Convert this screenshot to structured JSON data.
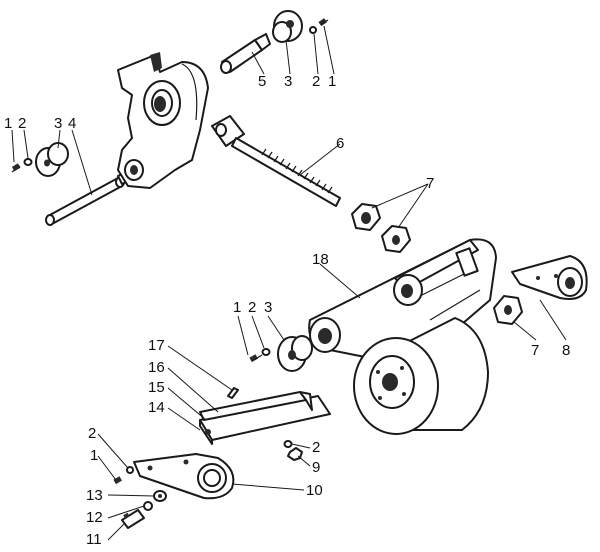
{
  "callouts": [
    {
      "id": "c1a",
      "label": "1"
    },
    {
      "id": "c2a",
      "label": "2"
    },
    {
      "id": "c3a",
      "label": "3"
    },
    {
      "id": "c4a",
      "label": "4"
    },
    {
      "id": "c5",
      "label": "5"
    },
    {
      "id": "c3b",
      "label": "3"
    },
    {
      "id": "c2b",
      "label": "2"
    },
    {
      "id": "c1b",
      "label": "1"
    },
    {
      "id": "c6",
      "label": "6"
    },
    {
      "id": "c7a",
      "label": "7"
    },
    {
      "id": "c18",
      "label": "18"
    },
    {
      "id": "c1c",
      "label": "1"
    },
    {
      "id": "c2c",
      "label": "2"
    },
    {
      "id": "c3c",
      "label": "3"
    },
    {
      "id": "c7b",
      "label": "7"
    },
    {
      "id": "c8",
      "label": "8"
    },
    {
      "id": "c17",
      "label": "17"
    },
    {
      "id": "c16",
      "label": "16"
    },
    {
      "id": "c15",
      "label": "15"
    },
    {
      "id": "c14",
      "label": "14"
    },
    {
      "id": "c2d",
      "label": "2"
    },
    {
      "id": "c2e",
      "label": "2"
    },
    {
      "id": "c1d",
      "label": "1"
    },
    {
      "id": "c9",
      "label": "9"
    },
    {
      "id": "c10",
      "label": "10"
    },
    {
      "id": "c13",
      "label": "13"
    },
    {
      "id": "c12",
      "label": "12"
    },
    {
      "id": "c11",
      "label": "11"
    }
  ]
}
